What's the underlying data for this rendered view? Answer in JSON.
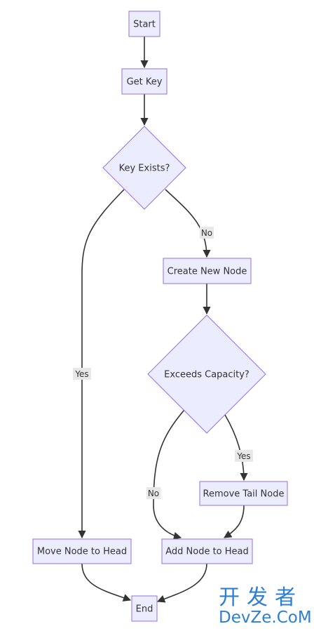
{
  "nodes": {
    "start": "Start",
    "get_key": "Get Key",
    "key_exists": "Key Exists?",
    "create_new_node": "Create New Node",
    "exceeds_capacity": "Exceeds Capacity?",
    "remove_tail_node": "Remove Tail Node",
    "move_node_to_head": "Move Node to Head",
    "add_node_to_head": "Add Node to Head",
    "end": "End"
  },
  "edge_labels": {
    "key_exists_no": "No",
    "key_exists_yes": "Yes",
    "capacity_yes": "Yes",
    "capacity_no": "No"
  },
  "watermark": {
    "chinese": "开发者",
    "latin": "DevZe.CoM"
  },
  "colors": {
    "node_fill": "#ECECFF",
    "node_stroke": "#9370DB",
    "edge": "#333333",
    "label_bg": "#E8E8E8",
    "watermark": "#2e7fd0"
  }
}
